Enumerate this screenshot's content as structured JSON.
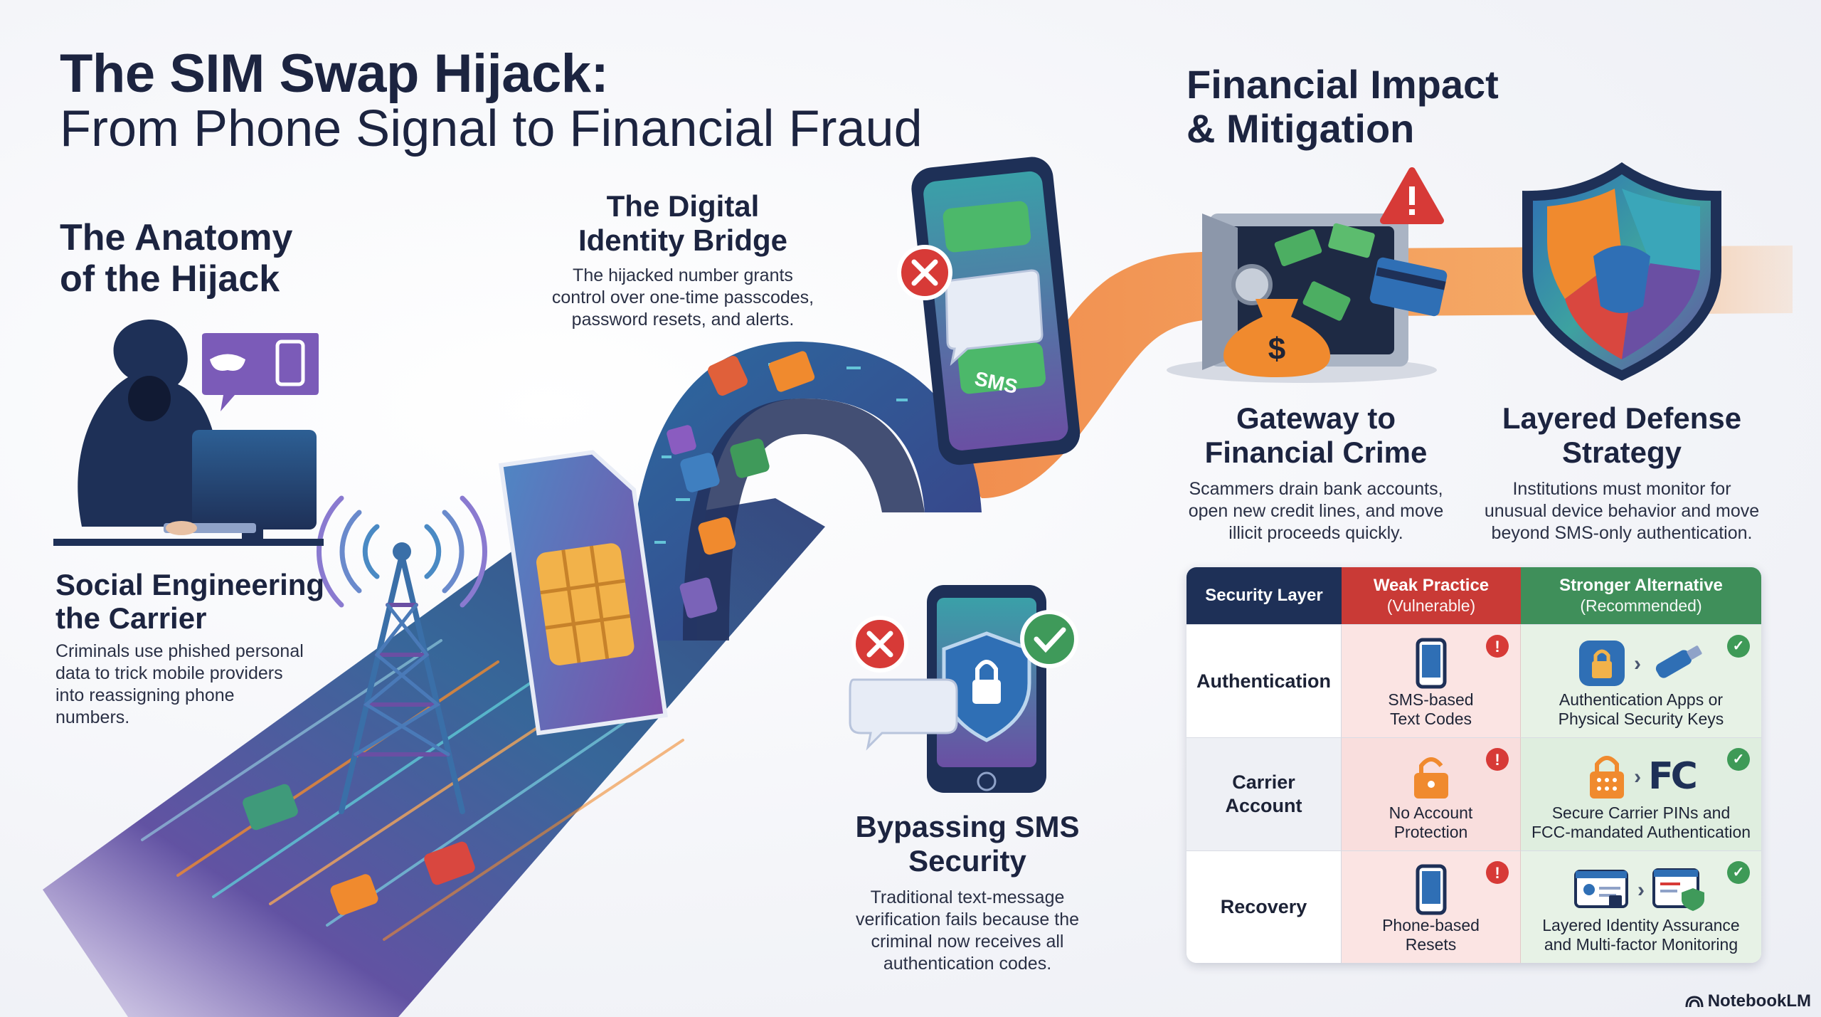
{
  "title": {
    "line1": "The SIM Swap Hijack:",
    "line2": "From Phone Signal to Financial Fraud"
  },
  "sections": {
    "anatomy": {
      "heading_line1": "The Anatomy",
      "heading_line2": "of the Hijack"
    },
    "social": {
      "heading_line1": "Social Engineering",
      "heading_line2": "the Carrier",
      "body": [
        "Criminals use phished personal",
        "data to trick mobile providers",
        "into reassigning phone",
        "numbers."
      ]
    },
    "bridge": {
      "heading_line1": "The Digital",
      "heading_line2": "Identity Bridge",
      "body": [
        "The hijacked number grants",
        "control over one-time passcodes,",
        "password resets, and alerts."
      ]
    },
    "bypass": {
      "heading_line1": "Bypassing SMS",
      "heading_line2": "Security",
      "body": [
        "Traditional text-message",
        "verification fails because the",
        "criminal now receives all",
        "authentication codes."
      ]
    },
    "impact": {
      "heading_line1": "Financial Impact",
      "heading_line2": "& Mitigation"
    },
    "gateway": {
      "heading_line1": "Gateway to",
      "heading_line2": "Financial Crime",
      "body": [
        "Scammers drain bank accounts,",
        "open new credit lines, and move",
        "illicit proceeds quickly."
      ]
    },
    "defense": {
      "heading_line1": "Layered Defense",
      "heading_line2": "Strategy",
      "body": [
        "Institutions must monitor for",
        "unusual device behavior and move",
        "beyond SMS-only authentication."
      ]
    }
  },
  "sms_bubble_label": "SMS",
  "table": {
    "headers": [
      {
        "title": "Security Layer"
      },
      {
        "title": "Weak Practice",
        "sub": "(Vulnerable)"
      },
      {
        "title": "Stronger Alternative",
        "sub": "(Recommended)"
      }
    ],
    "rows": [
      {
        "layer": [
          "Authentication"
        ],
        "weak": [
          "SMS-based",
          "Text Codes"
        ],
        "strong": [
          "Authentication Apps or",
          "Physical Security Keys"
        ]
      },
      {
        "layer": [
          "Carrier",
          "Account"
        ],
        "weak": [
          "No Account",
          "Protection"
        ],
        "strong": [
          "Secure Carrier PINs and",
          "FCC-mandated Authentication"
        ]
      },
      {
        "layer": [
          "Recovery"
        ],
        "weak": [
          "Phone-based",
          "Resets"
        ],
        "strong": [
          "Layered Identity Assurance",
          "and Multi-factor Monitoring"
        ]
      }
    ],
    "badge_warning": "!",
    "badge_ok": "✓",
    "fcc_logo": "FC"
  },
  "branding": "NotebookLM",
  "icons": [
    "hacker-figure",
    "mask-icon",
    "phone-icon",
    "cell-tower-icon",
    "sim-card-icon",
    "data-bridge-arch",
    "smartphone-icon",
    "error-x-icon",
    "check-icon",
    "lock-shield-icon",
    "vault-icon",
    "money-bag-icon",
    "credit-card-icon",
    "warning-icon",
    "shield-icon",
    "security-key-icon",
    "padlock-icon",
    "id-card-icon"
  ],
  "colors": {
    "navy": "#1e3057",
    "red": "#c93a36",
    "green": "#3f8f5a",
    "orange": "#f08a2e",
    "purple": "#6a4fa3",
    "teal": "#3aa6b9"
  }
}
